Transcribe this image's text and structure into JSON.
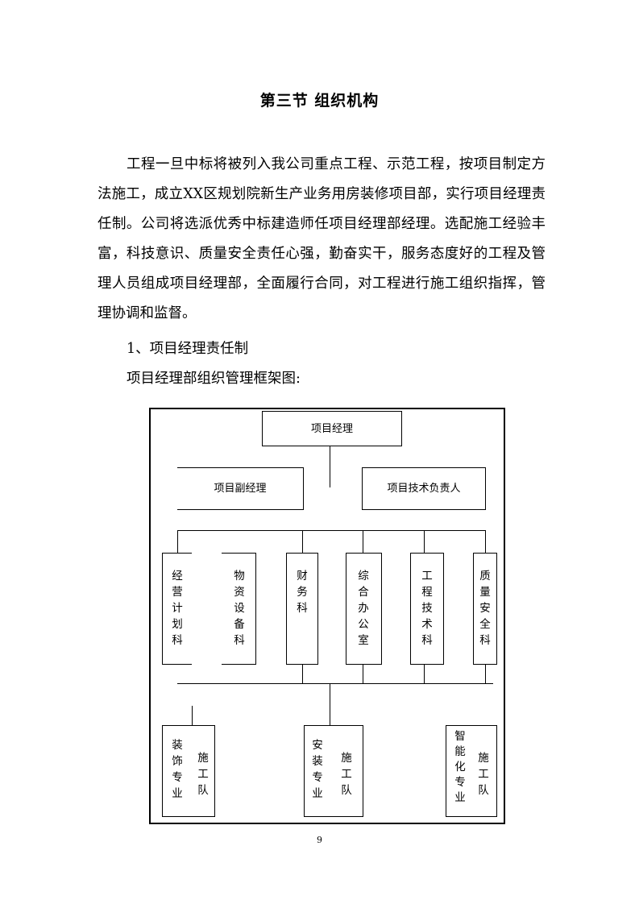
{
  "section_title": "第三节  组织机构",
  "intro_paragraph": "工程一旦中标将被列入我公司重点工程、示范工程，按项目制定方法施工，成立XX区规划院新生产业务用房装修项目部，实行项目经理责任制。公司将选派优秀中标建造师任项目经理部经理。选配施工经验丰富，科技意识、质量安全责任心强，勤奋实干，服务态度好的工程及管理人员组成项目经理部，全面履行合同，对工程进行施工组织指挥，管理协调和监督。",
  "item_heading": "1、项目经理责任制",
  "chart_caption": "项目经理部组织管理框架图:",
  "org_chart": {
    "manager": "项目经理",
    "deputy_manager": "项目副经理",
    "technical_lead": "项目技术负责人",
    "departments": [
      "经营计划科",
      "物资设备科",
      "财务科",
      "综合办公室",
      "工程技术科",
      "质量安全科"
    ],
    "teams": [
      {
        "specialty": "装饰专业",
        "team": "施工队"
      },
      {
        "specialty": "安装专业",
        "team": "施工队"
      },
      {
        "specialty": "智能化专业",
        "team": "施工队"
      }
    ]
  },
  "page_number": "9"
}
